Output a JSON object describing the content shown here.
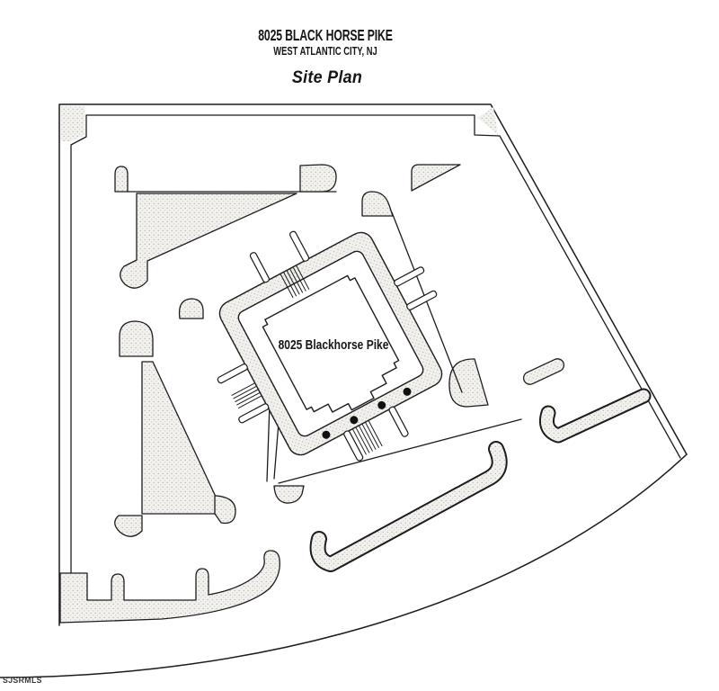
{
  "header": {
    "address": "8025 BLACK HORSE PIKE",
    "city": "WEST ATLANTIC CITY, NJ",
    "plan_title": "Site Plan"
  },
  "plan": {
    "building_label": "8025 Blackhorse Pike",
    "features": {
      "building": "square building rotated -28deg with stippled walkway ring",
      "site_dots": 4,
      "boundary": "double-line property boundary, curved road at bottom"
    }
  },
  "footer": {
    "watermark": "SJSRMLS"
  },
  "colors": {
    "paper": "#ffffff",
    "ink": "#1c1c1c",
    "stipple_bg": "#f2f1ee",
    "stipple_dot": "#b3b1ad"
  }
}
